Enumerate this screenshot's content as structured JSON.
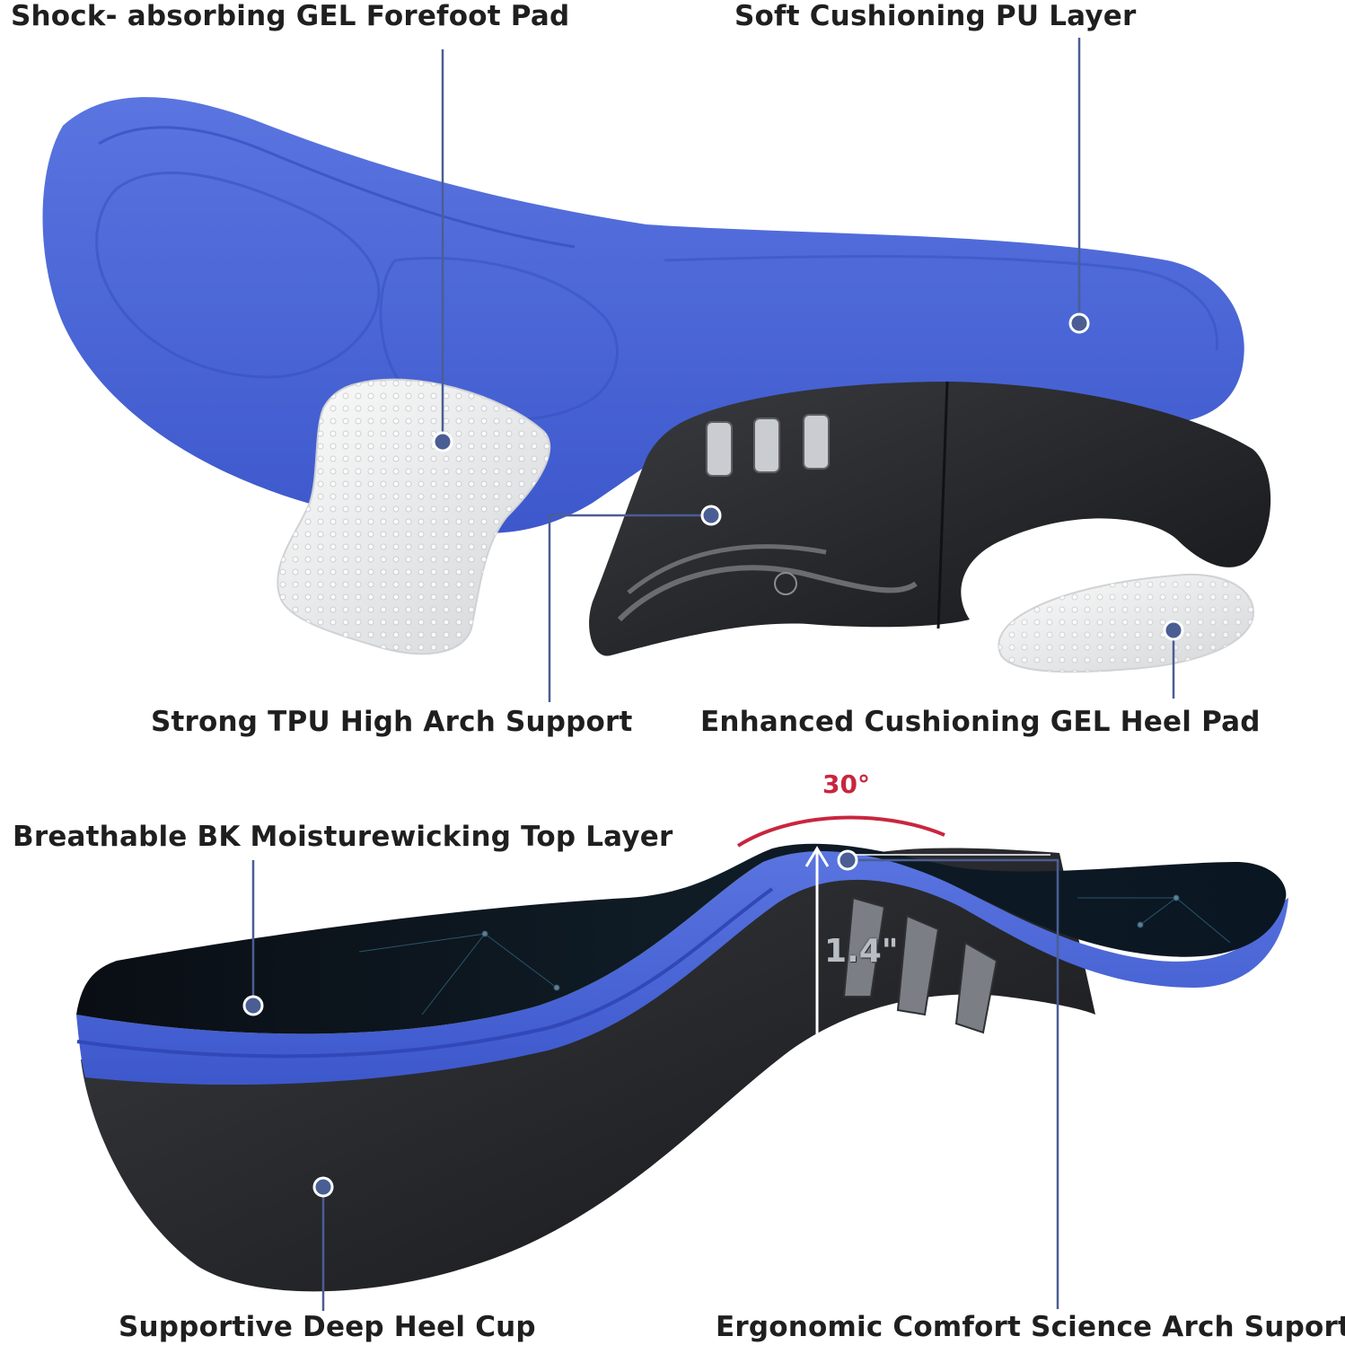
{
  "labels": {
    "forefoot_pad": "Shock- absorbing GEL Forefoot Pad",
    "pu_layer": "Soft Cushioning PU Layer",
    "tpu_support": "Strong TPU High Arch Support",
    "heel_pad": "Enhanced Cushioning GEL Heel Pad",
    "top_layer": "Breathable BK Moisturewicking Top Layer",
    "heel_cup": "Supportive Deep Heel Cup",
    "arch_support": "Ergonomic Comfort Science Arch Suport"
  },
  "measurements": {
    "arch_angle": "30°",
    "arch_height": "1.4\""
  },
  "colors": {
    "insole_blue": "#4a66d6",
    "insole_blue_dark": "#3550c4",
    "shell_black": "#26272b",
    "callout_line": "#4a5e94",
    "angle_red": "#c8263f"
  }
}
